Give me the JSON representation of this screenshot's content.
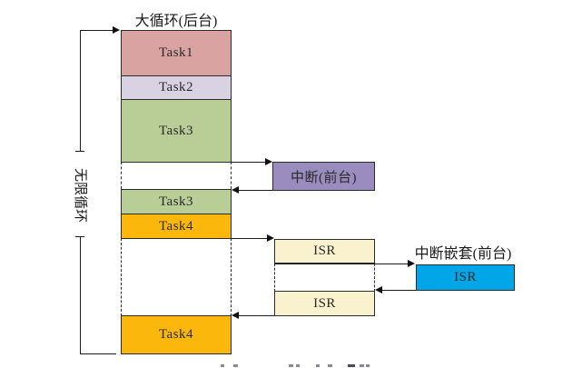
{
  "diagram": {
    "background_title": "大循环(后台)",
    "infinite_loop_label": "无限循环",
    "column": {
      "segments": [
        {
          "label": "Task1",
          "color": "#D9A3A2"
        },
        {
          "label": "Task2",
          "color": "#D8D2E3"
        },
        {
          "label": "Task3",
          "color": "#B9CE96"
        },
        {
          "label": "Task3",
          "color": "#B9CE96"
        },
        {
          "label": "Task4",
          "color": "#FBB70B"
        },
        {
          "label": "Task4",
          "color": "#FBB70B"
        }
      ]
    },
    "foreground": {
      "interrupt_box": {
        "label": "中断(前台)",
        "color": "#9A8CBE"
      },
      "isr_top": {
        "label": "ISR",
        "color": "#FAF2CE"
      },
      "isr_bottom": {
        "label": "ISR",
        "color": "#FAF2CE"
      },
      "nested_title": "中断嵌套(前台)",
      "nested_isr": {
        "label": "ISR",
        "color": "#00A6E8"
      }
    },
    "line_color": "#1c1c1c"
  }
}
